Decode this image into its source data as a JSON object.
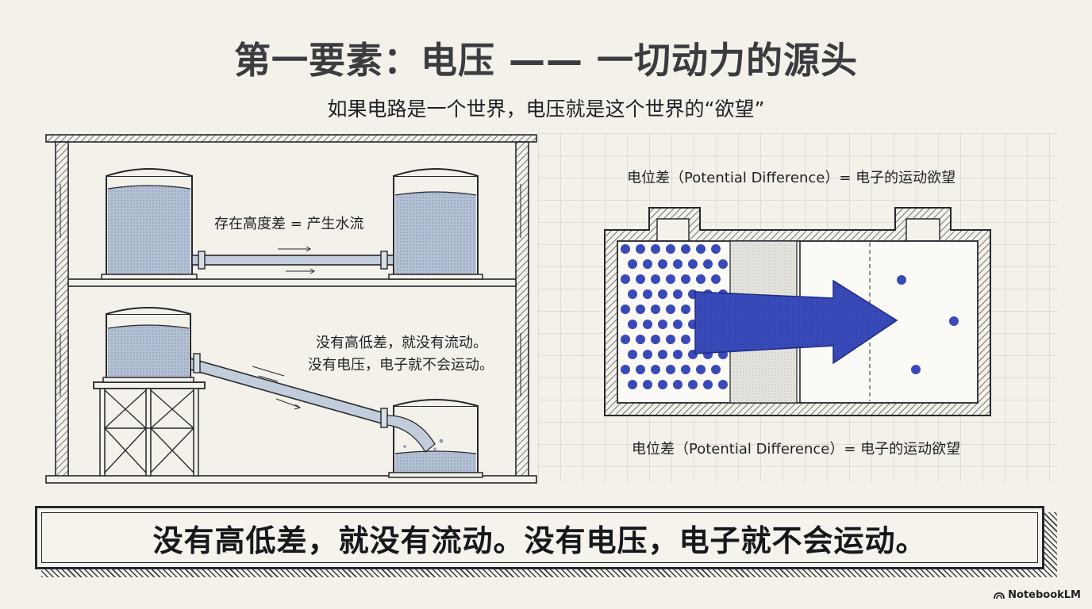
{
  "title": "第一要素：电压 —— 一切动力的源头",
  "subtitle": "如果电路是一个世界，电压就是这个世界的“欲望”",
  "left_panel": {
    "top_label": "存在高度差 = 产生水流",
    "bottom_label_line1": "没有高低差，就没有流动。",
    "bottom_label_line2": "没有电压，电子就不会运动。"
  },
  "right_panel": {
    "top_caption": "电位差（Potential Difference）= 电子的运动欲望",
    "bottom_caption": "电位差（Potential Difference）= 电子的运动欲望"
  },
  "banner": {
    "text": "没有高低差，就没有流动。没有电压，电子就不会运动。"
  },
  "brand": {
    "name": "NotebookLM",
    "icon": "notebooklm-logo-icon"
  },
  "colors": {
    "background": "#f4f1ea",
    "water": "#b4c0d4",
    "electron": "#3a49b8",
    "arrow": "#3345b4",
    "ink": "#24272c"
  }
}
